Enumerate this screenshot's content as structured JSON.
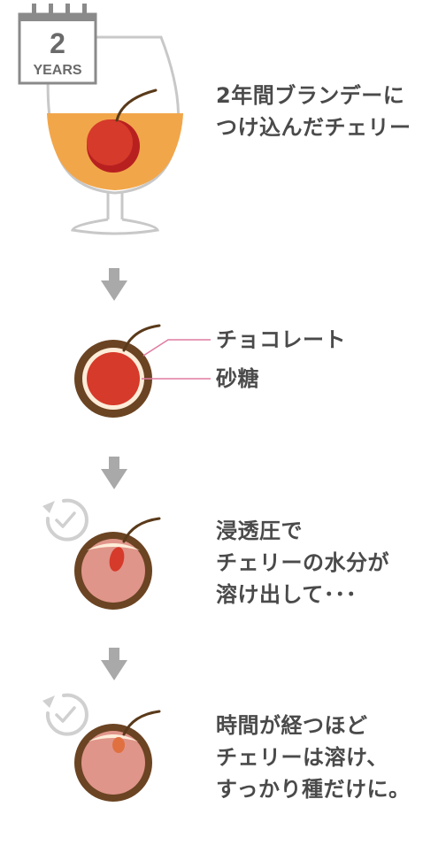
{
  "calendar": {
    "number": "2",
    "unit": "YEARS"
  },
  "steps": [
    {
      "id": "brandy",
      "lines": [
        "2年間ブランデーに",
        "つけ込んだチェリー"
      ]
    },
    {
      "id": "coating",
      "labels": [
        "チョコレート",
        "砂糖"
      ]
    },
    {
      "id": "osmosis",
      "lines": [
        "浸透圧で",
        "チェリーの水分が",
        "溶け出して･･･"
      ]
    },
    {
      "id": "dissolve",
      "lines": [
        "時間が経つほど",
        "チェリーは溶け、",
        "すっかり種だけに。"
      ]
    }
  ],
  "colors": {
    "text": "#4a4a4a",
    "brandy": "#f2a64a",
    "cherry": "#d63a2a",
    "cherry_dark": "#b82020",
    "chocolate": "#6b4423",
    "sugar": "#fdecd8",
    "dissolved_cherry": "#e0958a",
    "arrow": "#a9a9a9",
    "leader": "#e07aa0",
    "glass": "#c8c8c8"
  }
}
